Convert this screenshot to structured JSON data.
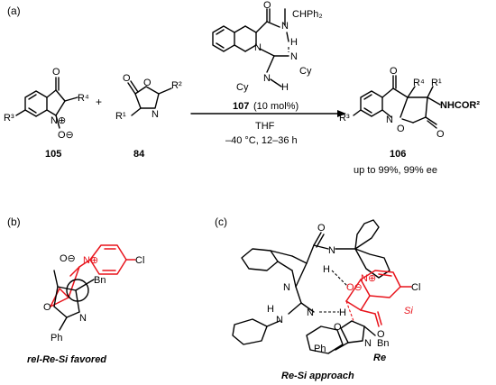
{
  "panels": {
    "a": "(a)",
    "b": "(b)",
    "c": "(c)"
  },
  "scheme": {
    "compound_105": "105",
    "compound_84": "84",
    "compound_106": "106",
    "plus": "+",
    "catalyst": "107",
    "catalyst_loading": "(10 mol%)",
    "solvent": "THF",
    "conditions": "–40 °C, 12–36 h",
    "yield": "up to 99%, 99% ee"
  },
  "atoms": {
    "R1": "R¹",
    "R2": "R²",
    "R3": "R³",
    "R4": "R⁴",
    "O": "O",
    "N": "N",
    "H": "H",
    "N_plus": "N⊕",
    "O_minus": "O⊖",
    "CHPh2": "CHPh₂",
    "Cy": "Cy",
    "NHCOR2": "NHCOR²",
    "Cl": "Cl",
    "Bn": "Bn",
    "Ph": "Ph",
    "Re": "Re",
    "Si": "Si"
  },
  "captions": {
    "b": "rel-Re-Si favored",
    "c": "Re-Si approach"
  },
  "colors": {
    "highlight": "#e8141c",
    "ink": "#000000"
  }
}
